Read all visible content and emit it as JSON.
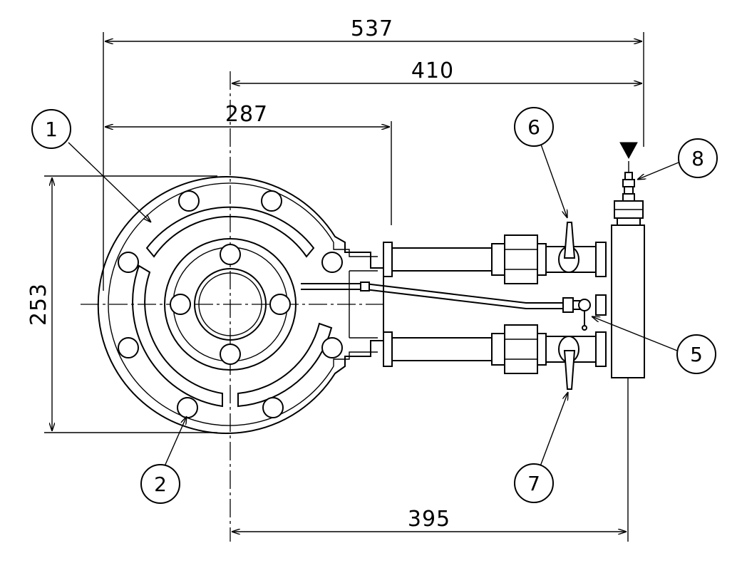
{
  "dimensions": {
    "overall_width": "537",
    "width_center_to_end": "410",
    "burner_to_flange": "287",
    "height": "253",
    "center_to_manifold": "395"
  },
  "callouts": [
    "1",
    "2",
    "5",
    "6",
    "7",
    "8"
  ],
  "icons": {
    "gas_inlet_marker": "filled-triangle-down-icon"
  }
}
